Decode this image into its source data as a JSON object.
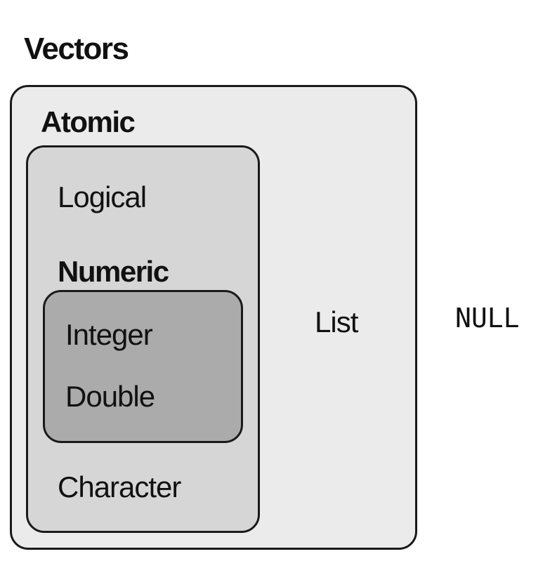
{
  "colors": {
    "vectors_fill": "#ebebeb",
    "atomic_fill": "#d6d6d6",
    "numeric_fill": "#ababab",
    "border": "#1a1a1a",
    "text": "#111111"
  },
  "vectors": {
    "title": "Vectors",
    "atomic": {
      "title": "Atomic",
      "logical": "Logical",
      "numeric": {
        "title": "Numeric",
        "integer": "Integer",
        "double": "Double"
      },
      "character": "Character"
    },
    "list": "List"
  },
  "null": "NULL"
}
